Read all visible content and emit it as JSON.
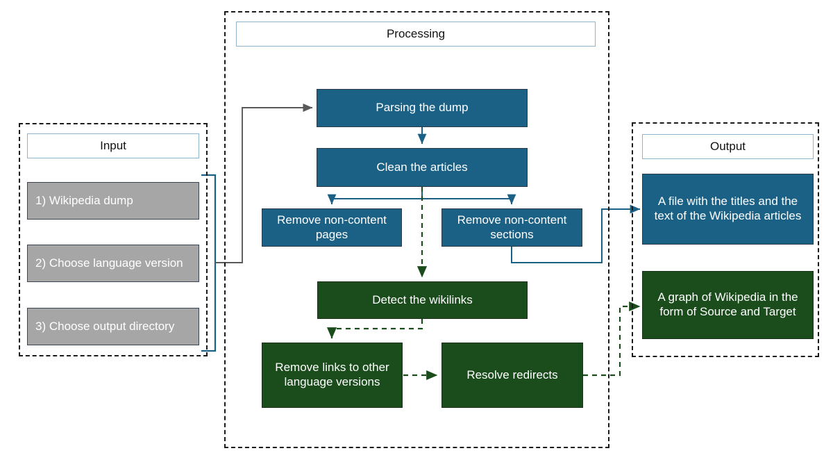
{
  "diagram": {
    "title_hidden": "",
    "colors": {
      "blue": "#1b6185",
      "green": "#1a4c1c",
      "gray": "#a6a6a6",
      "group_border": "#1a1a1a",
      "title_border": "#8fb4cd",
      "blue_connector": "#1b6185",
      "green_connector": "#1a4c1c",
      "gray_connector": "#595959"
    }
  },
  "input": {
    "title": "Input",
    "items": [
      {
        "label": "1) Wikipedia dump"
      },
      {
        "label": "2) Choose language version"
      },
      {
        "label": "3) Choose output directory"
      }
    ]
  },
  "processing": {
    "title": "Processing",
    "nodes": [
      {
        "id": "parsing",
        "label": "Parsing the dump",
        "color": "blue"
      },
      {
        "id": "clean",
        "label": "Clean the articles",
        "color": "blue"
      },
      {
        "id": "remove_pages",
        "label": "Remove non-content pages",
        "color": "blue"
      },
      {
        "id": "remove_sections",
        "label": "Remove non-content sections",
        "color": "blue"
      },
      {
        "id": "detect_wikilinks",
        "label": "Detect the wikilinks",
        "color": "green"
      },
      {
        "id": "remove_lang_links",
        "label": "Remove links to other language versions",
        "color": "green"
      },
      {
        "id": "resolve_redirects",
        "label": "Resolve redirects",
        "color": "green"
      }
    ]
  },
  "output": {
    "title": "Output",
    "items": [
      {
        "label": "A file with the titles and the text of the Wikipedia articles",
        "color": "blue"
      },
      {
        "label": "A graph of Wikipedia in the form of Source and Target",
        "color": "green"
      }
    ]
  }
}
